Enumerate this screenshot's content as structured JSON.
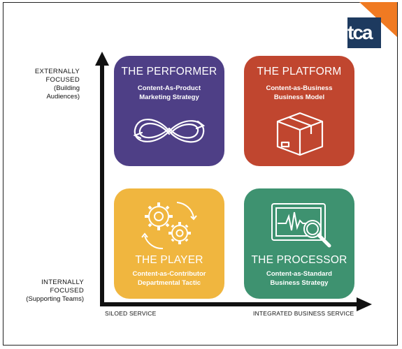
{
  "logo": {
    "text": "tca",
    "brand_color": "#1d3a5f",
    "accent_color": "#f07a22"
  },
  "y_axis": {
    "top_label": {
      "line1": "EXTERNALLY",
      "line2": "FOCUSED",
      "line3": "(Building",
      "line4": "Audiences)"
    },
    "bottom_label": {
      "line1": "INTERNALLY",
      "line2": "FOCUSED",
      "line3": "(Supporting Teams)"
    }
  },
  "x_axis": {
    "left_label": "SILOED SERVICE",
    "right_label": "INTEGRATED BUSINESS SERVICE"
  },
  "quadrants": {
    "performer": {
      "title": "THE PERFORMER",
      "sub1": "Content-As-Product",
      "sub2": "Marketing Strategy",
      "color": "#4e3f86",
      "icon": "infinity-loop-icon"
    },
    "platform": {
      "title": "THE PLATFORM",
      "sub1": "Content-as-Business",
      "sub2": "Business Model",
      "color": "#c0462f",
      "icon": "box-icon"
    },
    "player": {
      "title": "THE PLAYER",
      "sub1": "Content-as-Contributor",
      "sub2": "Departmental Tactic",
      "color": "#f0b63f",
      "icon": "gears-icon"
    },
    "processor": {
      "title": "THE PROCESSOR",
      "sub1": "Content-as-Standard",
      "sub2": "Business Strategy",
      "color": "#3e9270",
      "icon": "monitor-magnifier-icon"
    }
  }
}
